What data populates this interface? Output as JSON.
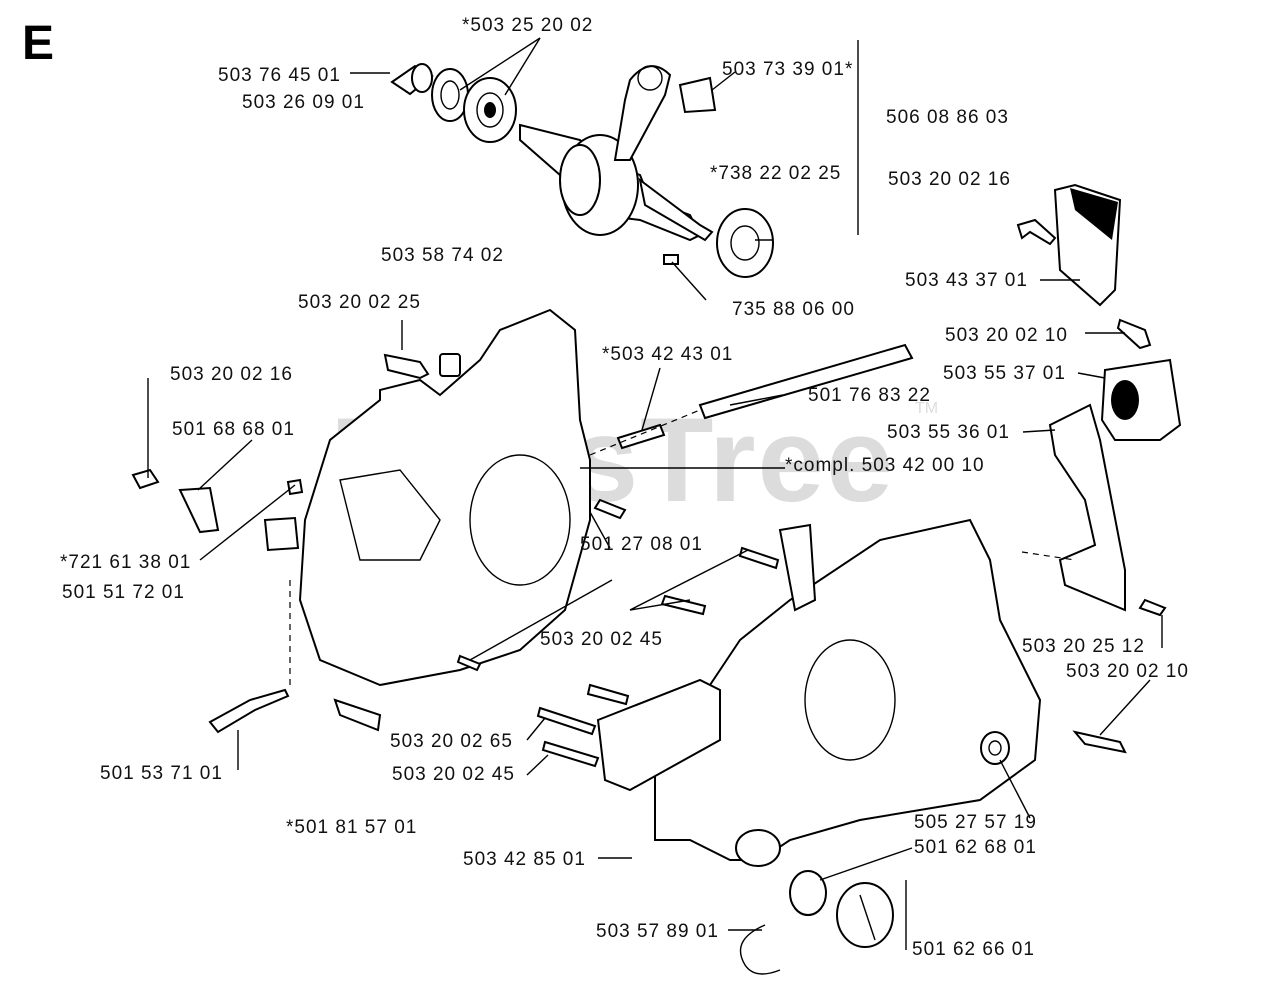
{
  "section_letter": "E",
  "watermark": "PartsTree",
  "watermark_tm": "TM",
  "labels": {
    "l503252002": "*503 25 20 02",
    "l503764501": "503 76 45 01",
    "l503260901": "503 26 09 01",
    "l503733901": "503 73 39 01*",
    "l506088603": "506 08 86 03",
    "l738220225": "*738 22 02 25",
    "l503200216a": "503 20 02 16",
    "l503587402": "503 58 74 02",
    "l503433701": "503 43 37 01",
    "l735880600": "735 88 06 00",
    "l503200225": "503 20 02 25",
    "l503200210a": "503 20 02 10",
    "l503424301": "*503 42 43 01",
    "l503553701": "503 55 37 01",
    "l503200216b": "503 20 02 16",
    "l501768322": "501 76 83 22",
    "l501686801": "501 68 68 01",
    "l503553601": "503 55 36 01",
    "l503420010": "*compl. 503 42 00 10",
    "l721613801": "*721 61 38 01",
    "l501270801": "501 27 08 01",
    "l501517201": "501 51 72 01",
    "l503200245a": "503 20 02 45",
    "l503202512": "503 20 25 12",
    "l503200210b": "503 20 02 10",
    "l503200265": "503 20 02 65",
    "l501537101": "501 53 71 01",
    "l503200245b": "503 20 02 45",
    "l505275719": "505 27 57 19",
    "l501815701": "*501 81 57 01",
    "l501626801": "501 62 68 01",
    "l503428501": "503 42 85 01",
    "l503578901": "503 57 89 01",
    "l501626601": "501 62 66 01"
  }
}
